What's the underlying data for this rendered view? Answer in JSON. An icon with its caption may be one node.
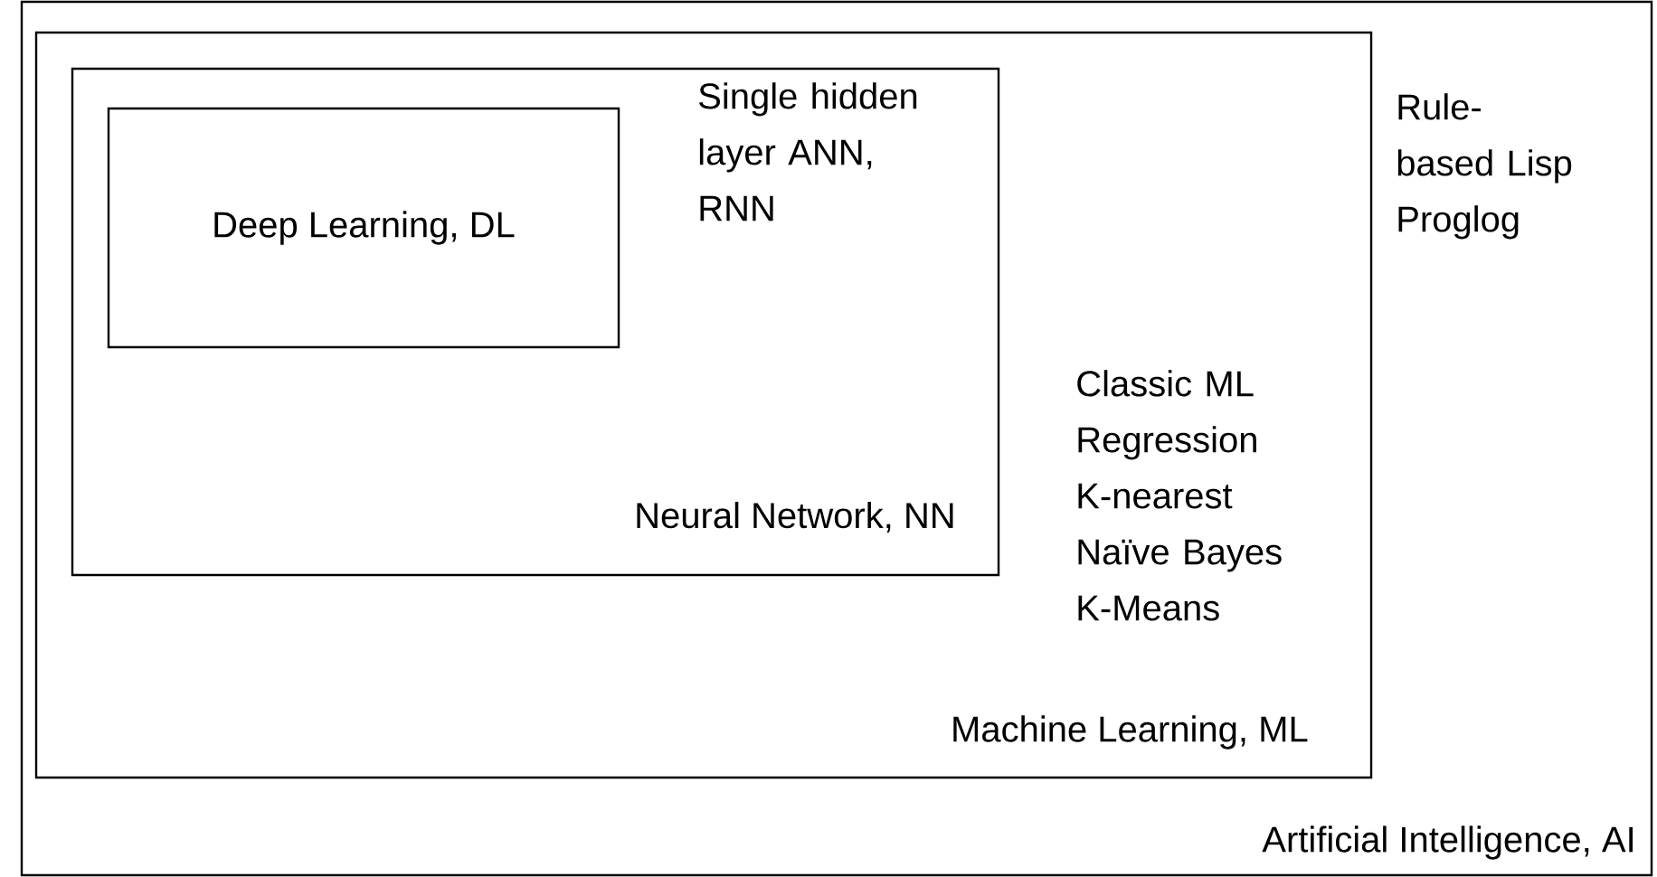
{
  "diagram": {
    "nodes": [
      {
        "text": [
          "Rule-based Lisp Proglog",
          "Artificial Intelligence, AI"
        ]
      },
      {
        "text": [
          "Classic ML Regression K-nearest Naïve Bayes K-Means",
          "Machine Learning, ML"
        ],
        "in": 0
      },
      {
        "text": [
          "Single hidden layer ANN, RNN",
          "Neural Network, NN"
        ],
        "in": 1
      },
      {
        "text": [
          "Deep Learning, DL"
        ],
        "in": 2
      }
    ]
  }
}
